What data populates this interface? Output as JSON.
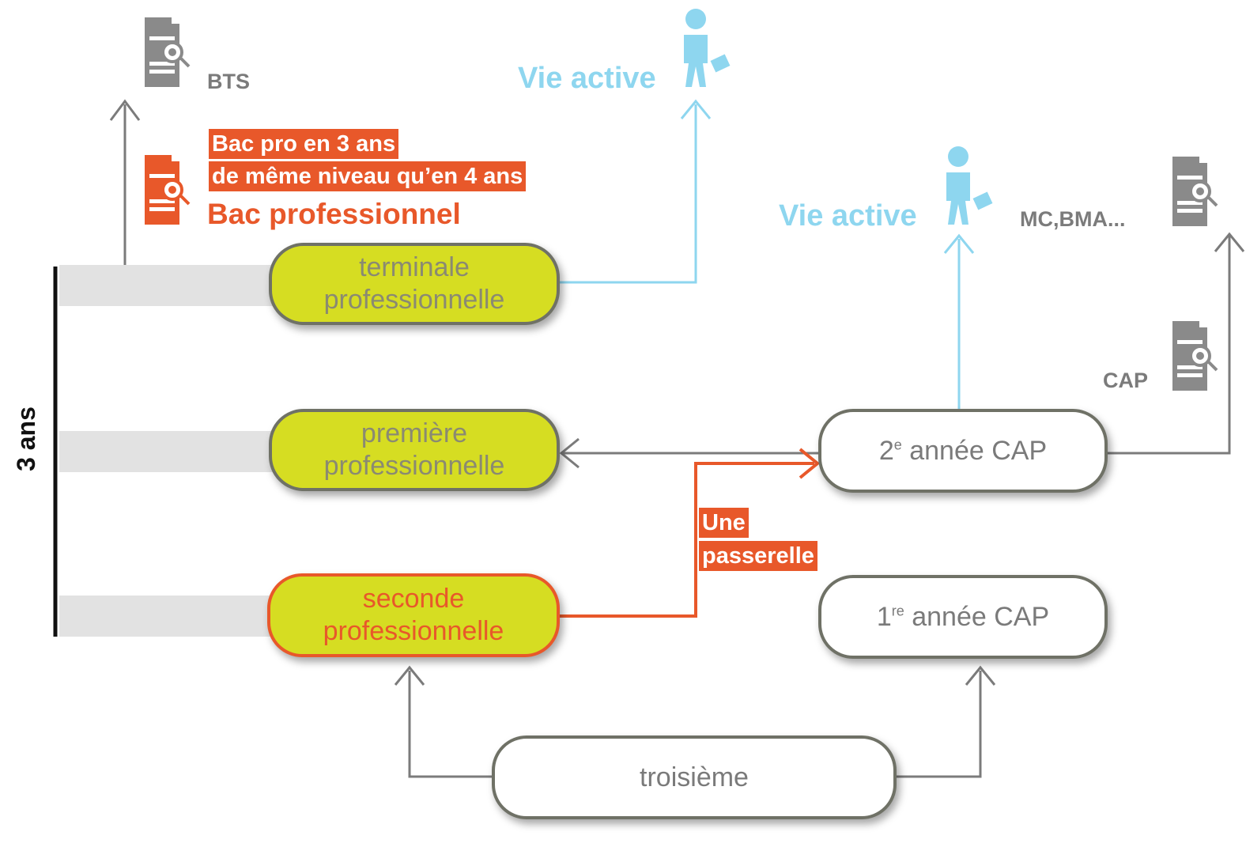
{
  "duration_label": "3 ans",
  "nodes": {
    "terminale": {
      "line1": "terminale",
      "line2": "professionnelle"
    },
    "premiere": {
      "line1": "première",
      "line2": "professionnelle"
    },
    "seconde": {
      "line1": "seconde",
      "line2": "professionnelle"
    },
    "cap2": {
      "prefix": "2",
      "sup": "e",
      "text": " année ",
      "cap": "CAP"
    },
    "cap1": {
      "prefix": "1",
      "sup": "re",
      "text": " année ",
      "cap": "CAP"
    },
    "troisieme": {
      "label": "troisième"
    }
  },
  "outcomes": {
    "bts": "BTS",
    "vie_active_1": "Vie active",
    "vie_active_2": "Vie active",
    "mc_bma": "MC,BMA...",
    "cap": "CAP"
  },
  "bac": {
    "tag_line1": "Bac pro en 3 ans",
    "tag_line2": "de même niveau qu’en 4 ans",
    "title": "Bac professionnel"
  },
  "passerelle": {
    "line1": "Une",
    "line2": "passerelle"
  },
  "colors": {
    "green_fill": "#d6dd22",
    "orange": "#e8582a",
    "cyan": "#8ed6ef",
    "gray_line": "#7b7b7b",
    "border_gray": "#6f7166"
  },
  "icons": [
    "diploma-icon",
    "worker-icon"
  ]
}
